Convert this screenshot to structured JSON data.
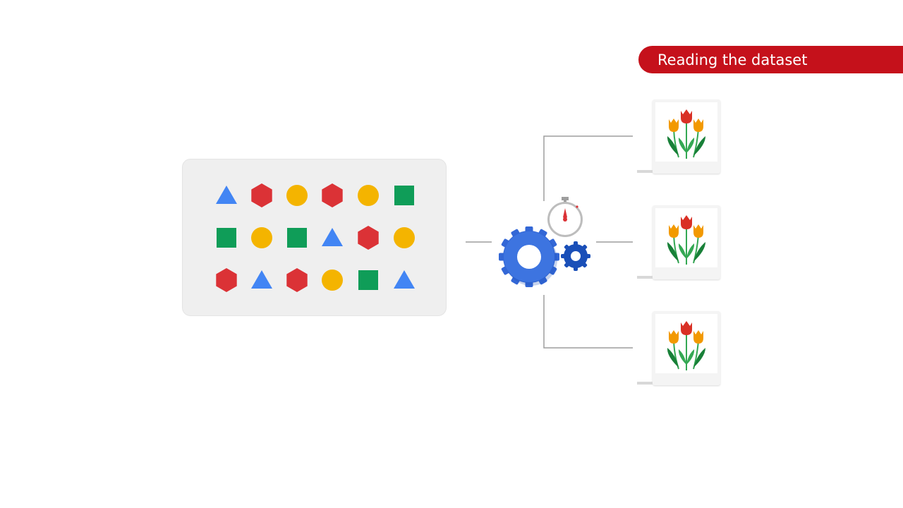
{
  "header": {
    "title": "Reading the dataset"
  },
  "dataset": {
    "rows": [
      [
        "triangle-blue",
        "hexagon-red",
        "circle-yellow",
        "hexagon-red",
        "circle-yellow",
        "square-green"
      ],
      [
        "square-green",
        "circle-yellow",
        "square-green",
        "triangle-blue",
        "hexagon-red",
        "circle-yellow"
      ],
      [
        "hexagon-red",
        "triangle-blue",
        "hexagon-red",
        "circle-yellow",
        "square-green",
        "triangle-blue"
      ]
    ]
  },
  "outputs": {
    "count": 3,
    "icon": "tulips-image-icon"
  },
  "processor": {
    "icons": [
      "gear-icon",
      "small-gear-icon",
      "stopwatch-icon"
    ]
  },
  "colors": {
    "blue": "#4285f4",
    "red": "#db3236",
    "yellow": "#f4b400",
    "green": "#0f9d58",
    "gear_blue": "#3367d6",
    "gear_dark": "#1a4fb8",
    "badge_red": "#c5111b"
  }
}
